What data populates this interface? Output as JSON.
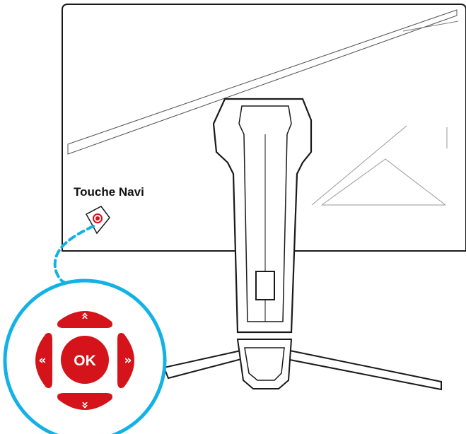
{
  "label": "Touche Navi",
  "joystick": {
    "ok_label": "OK",
    "up_glyph": "«",
    "down_glyph": "«",
    "left_glyph": "«",
    "right_glyph": "»"
  },
  "colors": {
    "outline": "#1a1a1a",
    "accent_red": "#d4141a",
    "callout_blue": "#12b2e6",
    "background": "#ffffff"
  },
  "icons": {
    "nav_key": "joystick-key-icon",
    "arrow": "dashed-curved-arrow"
  }
}
